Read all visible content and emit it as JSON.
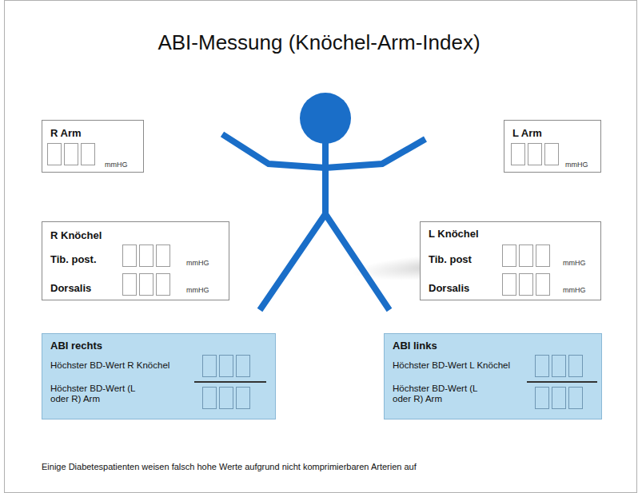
{
  "diagram": {
    "title": "ABI-Messung (Knöchel-Arm-Index)",
    "nodes": [
      {
        "text": [
          "R Arm",
          "mmHG"
        ]
      },
      {
        "text": [
          "L Arm",
          "mmHG"
        ]
      },
      {
        "text": [
          "R Knöchel",
          "Tib. post.",
          "mmHG",
          "Dorsalis",
          "mmHG"
        ]
      },
      {
        "text": [
          "L Knöchel",
          "Tib. post",
          "mmHG",
          "Dorsalis",
          "mmHG"
        ]
      },
      {
        "text": [
          "ABI rechts",
          "Höchster BD-Wert R Knöchel",
          "Höchster BD-Wert (L oder R) Arm"
        ]
      },
      {
        "text": [
          "ABI links",
          "Höchster BD-Wert L Knöchel",
          "Höchster BD-Wert (L oder R) Arm"
        ]
      }
    ],
    "labels": [
      "Einige Diabetespatienten weisen falsch hohe Werte aufgrund nicht komprimierbaren Arterien auf"
    ]
  }
}
